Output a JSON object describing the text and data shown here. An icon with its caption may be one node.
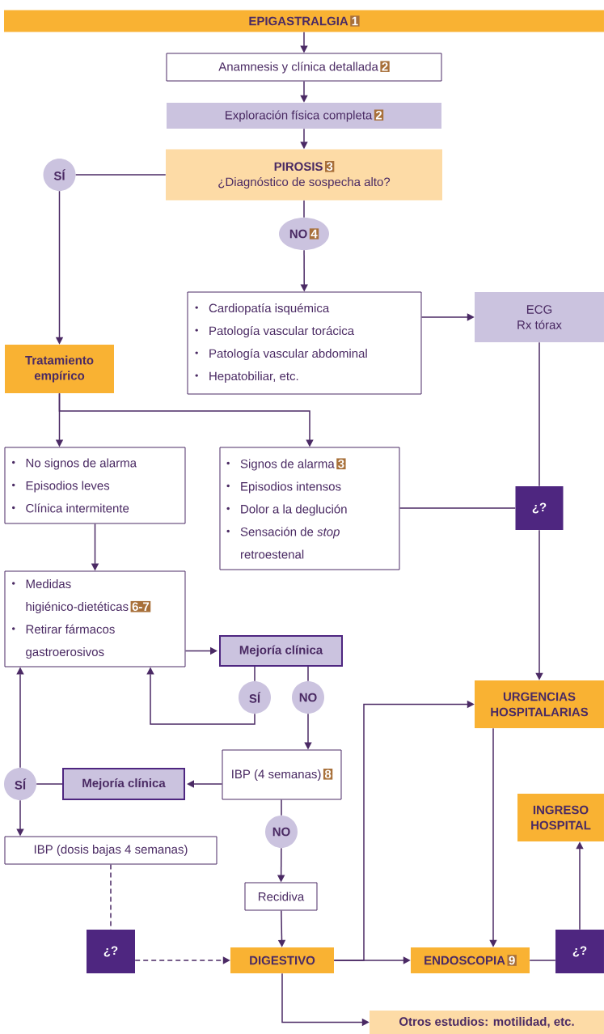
{
  "diagram": {
    "nodes": [
      {
        "text": [
          "EPIGASTRALGIA",
          "1"
        ]
      },
      {
        "text": [
          "Anamnesis y clínica detallada",
          "2"
        ]
      },
      {
        "text": [
          "Exploración física completa",
          "2"
        ]
      },
      {
        "text": [
          "PIROSIS",
          "3",
          "¿Diagnóstico de sospecha alto?"
        ]
      },
      {
        "text": [
          "SÍ"
        ]
      },
      {
        "text": [
          "NO",
          "4"
        ]
      },
      {
        "text": [
          "Cardiopatía isquémica",
          "Patología vascular torácica",
          "Patología vascular abdominal",
          "Hepatobiliar, etc."
        ]
      },
      {
        "text": [
          "ECG",
          "Rx tórax"
        ]
      },
      {
        "text": [
          "Tratamiento empírico"
        ]
      },
      {
        "text": [
          "No signos de alarma",
          "Episodios leves",
          "Clínica intermitente"
        ]
      },
      {
        "text": [
          "Signos de alarma",
          "3",
          "Episodios intensos",
          "Dolor a la deglución",
          "Sensación de *stop* retroestenal"
        ]
      },
      {
        "text": [
          "¿?"
        ]
      },
      {
        "text": [
          "Medidas higiénico-dietéticas",
          "6-7",
          "Retirar fármacos gastroerosivos"
        ]
      },
      {
        "text": [
          "Mejoría clínica"
        ]
      },
      {
        "text": [
          "SÍ"
        ]
      },
      {
        "text": [
          "NO"
        ]
      },
      {
        "text": [
          "URGENCIAS HOSPITALARIAS"
        ]
      },
      {
        "text": [
          "SÍ"
        ]
      },
      {
        "text": [
          "Mejoría clínica"
        ]
      },
      {
        "text": [
          "IBP (4 semanas)",
          "8"
        ]
      },
      {
        "text": [
          "INGRESO HOSPITAL"
        ]
      },
      {
        "text": [
          "IBP (dosis bajas 4 semanas)"
        ]
      },
      {
        "text": [
          "NO"
        ]
      },
      {
        "text": [
          "Recidiva"
        ]
      },
      {
        "text": [
          "¿?"
        ]
      },
      {
        "text": [
          "DIGESTIVO"
        ]
      },
      {
        "text": [
          "ENDOSCOPIA",
          "9"
        ]
      },
      {
        "text": [
          "¿?"
        ]
      },
      {
        "text": [
          "Otros estudios: motilidad, etc."
        ]
      }
    ],
    "edges": [
      {
        "from": 0,
        "to": 1,
        "arrow": "to"
      },
      {
        "from": 1,
        "to": 2,
        "arrow": "to"
      },
      {
        "from": 2,
        "to": 3,
        "arrow": "to"
      },
      {
        "from": 3,
        "to": 4,
        "arrow": "none"
      },
      {
        "from": 4,
        "to": 8,
        "arrow": "to"
      },
      {
        "from": 3,
        "to": 5,
        "arrow": "none"
      },
      {
        "from": 5,
        "to": 6,
        "arrow": "to"
      },
      {
        "from": 6,
        "to": 7,
        "arrow": "to"
      },
      {
        "from": 8,
        "to": 9,
        "arrow": "to"
      },
      {
        "from": 8,
        "to": 10,
        "arrow": "to"
      },
      {
        "from": 7,
        "to": 11,
        "arrow": "none"
      },
      {
        "from": 10,
        "to": 11,
        "arrow": "none"
      },
      {
        "from": 11,
        "to": 16,
        "arrow": "to"
      },
      {
        "from": 9,
        "to": 12,
        "arrow": "to"
      },
      {
        "from": 12,
        "to": 13,
        "arrow": "to"
      },
      {
        "from": 13,
        "to": 14,
        "arrow": "none"
      },
      {
        "from": 14,
        "to": 12,
        "arrow": "to"
      },
      {
        "from": 13,
        "to": 15,
        "arrow": "none"
      },
      {
        "from": 15,
        "to": 19,
        "arrow": "to"
      },
      {
        "from": 19,
        "to": 18,
        "arrow": "to"
      },
      {
        "from": 18,
        "to": 17,
        "arrow": "none"
      },
      {
        "from": 17,
        "to": 12,
        "arrow": "to"
      },
      {
        "from": 17,
        "to": 21,
        "arrow": "to"
      },
      {
        "from": 19,
        "to": 22,
        "arrow": "none"
      },
      {
        "from": 22,
        "to": 23,
        "arrow": "to"
      },
      {
        "from": 23,
        "to": 25,
        "arrow": "to"
      },
      {
        "from": 21,
        "to": 24,
        "arrow": "none",
        "style": "dashed"
      },
      {
        "from": 24,
        "to": 25,
        "arrow": "to",
        "style": "dashed"
      },
      {
        "from": 25,
        "to": 26,
        "arrow": "to"
      },
      {
        "from": 25,
        "to": 16,
        "arrow": "to"
      },
      {
        "from": 16,
        "to": 26,
        "arrow": "to"
      },
      {
        "from": 26,
        "to": 27,
        "arrow": "none"
      },
      {
        "from": 27,
        "to": 20,
        "arrow": "to"
      },
      {
        "from": 25,
        "to": 28,
        "arrow": "to"
      }
    ]
  }
}
